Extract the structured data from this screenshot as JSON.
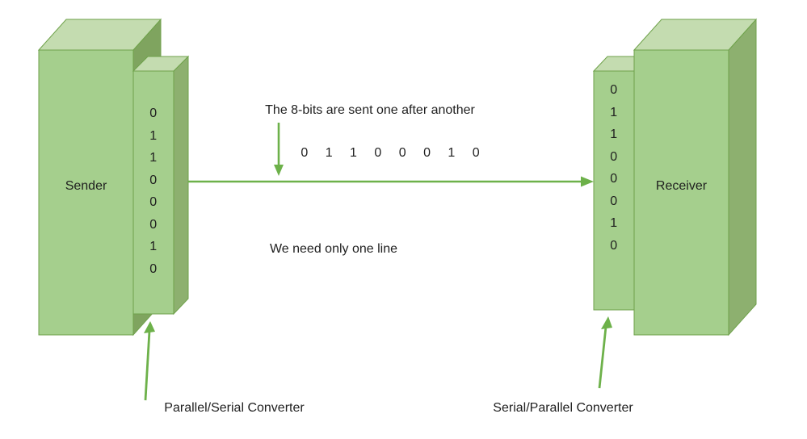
{
  "diagram": {
    "title_caption": "The 8-bits are sent one after another",
    "line_caption": "We need only one line",
    "sender": {
      "label": "Sender",
      "converter_label": "Parallel/Serial Converter",
      "bits": [
        "0",
        "1",
        "1",
        "0",
        "0",
        "0",
        "1",
        "0"
      ]
    },
    "receiver": {
      "label": "Receiver",
      "converter_label": "Serial/Parallel Converter",
      "bits": [
        "0",
        "1",
        "1",
        "0",
        "0",
        "0",
        "1",
        "0"
      ]
    },
    "stream_bits": [
      "0",
      "1",
      "1",
      "0",
      "0",
      "0",
      "1",
      "0"
    ],
    "colors": {
      "front_face": "#a5cf8d",
      "top_face": "#c4dcb0",
      "side_face": "#8db06f",
      "shadow_face": "#7fa45f",
      "outline": "#6fa24b",
      "arrow": "#6db14a",
      "text": "#1f1f1f"
    }
  }
}
